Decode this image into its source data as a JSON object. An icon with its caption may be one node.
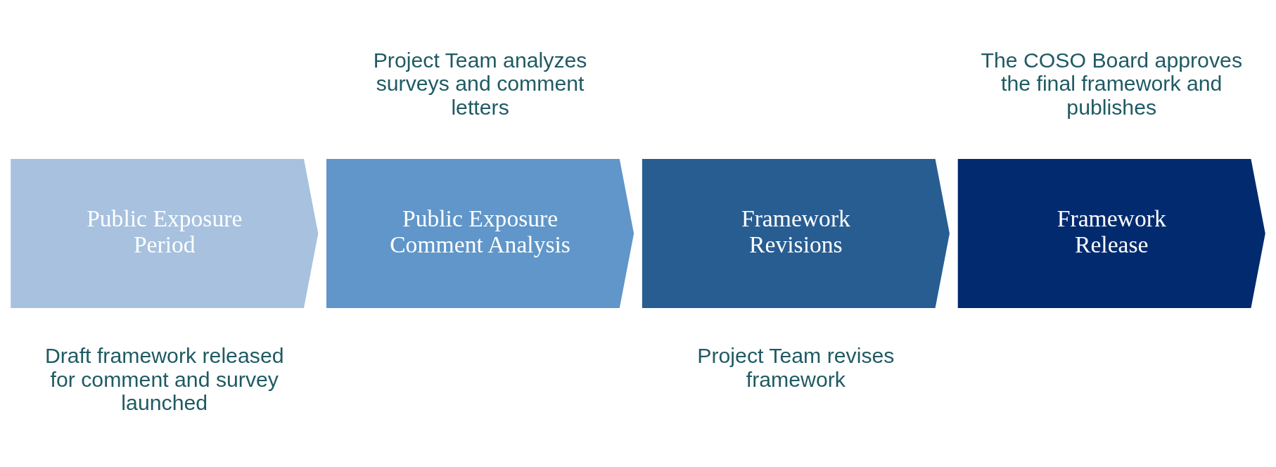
{
  "diagram": {
    "nodes": [
      {
        "text": [
          "Public Exposure Period"
        ],
        "beside": [
          "Draft framework released for comment and survey launched"
        ]
      },
      {
        "text": [
          "Public Exposure Comment Analysis"
        ],
        "beside": [
          "Project Team analyzes surveys and comment letters"
        ]
      },
      {
        "text": [
          "Framework Revisions"
        ],
        "beside": [
          "Project Team revises framework"
        ]
      },
      {
        "text": [
          "Framework Release"
        ],
        "beside": [
          "The COSO Board approves the final framework and publishes"
        ]
      }
    ]
  }
}
